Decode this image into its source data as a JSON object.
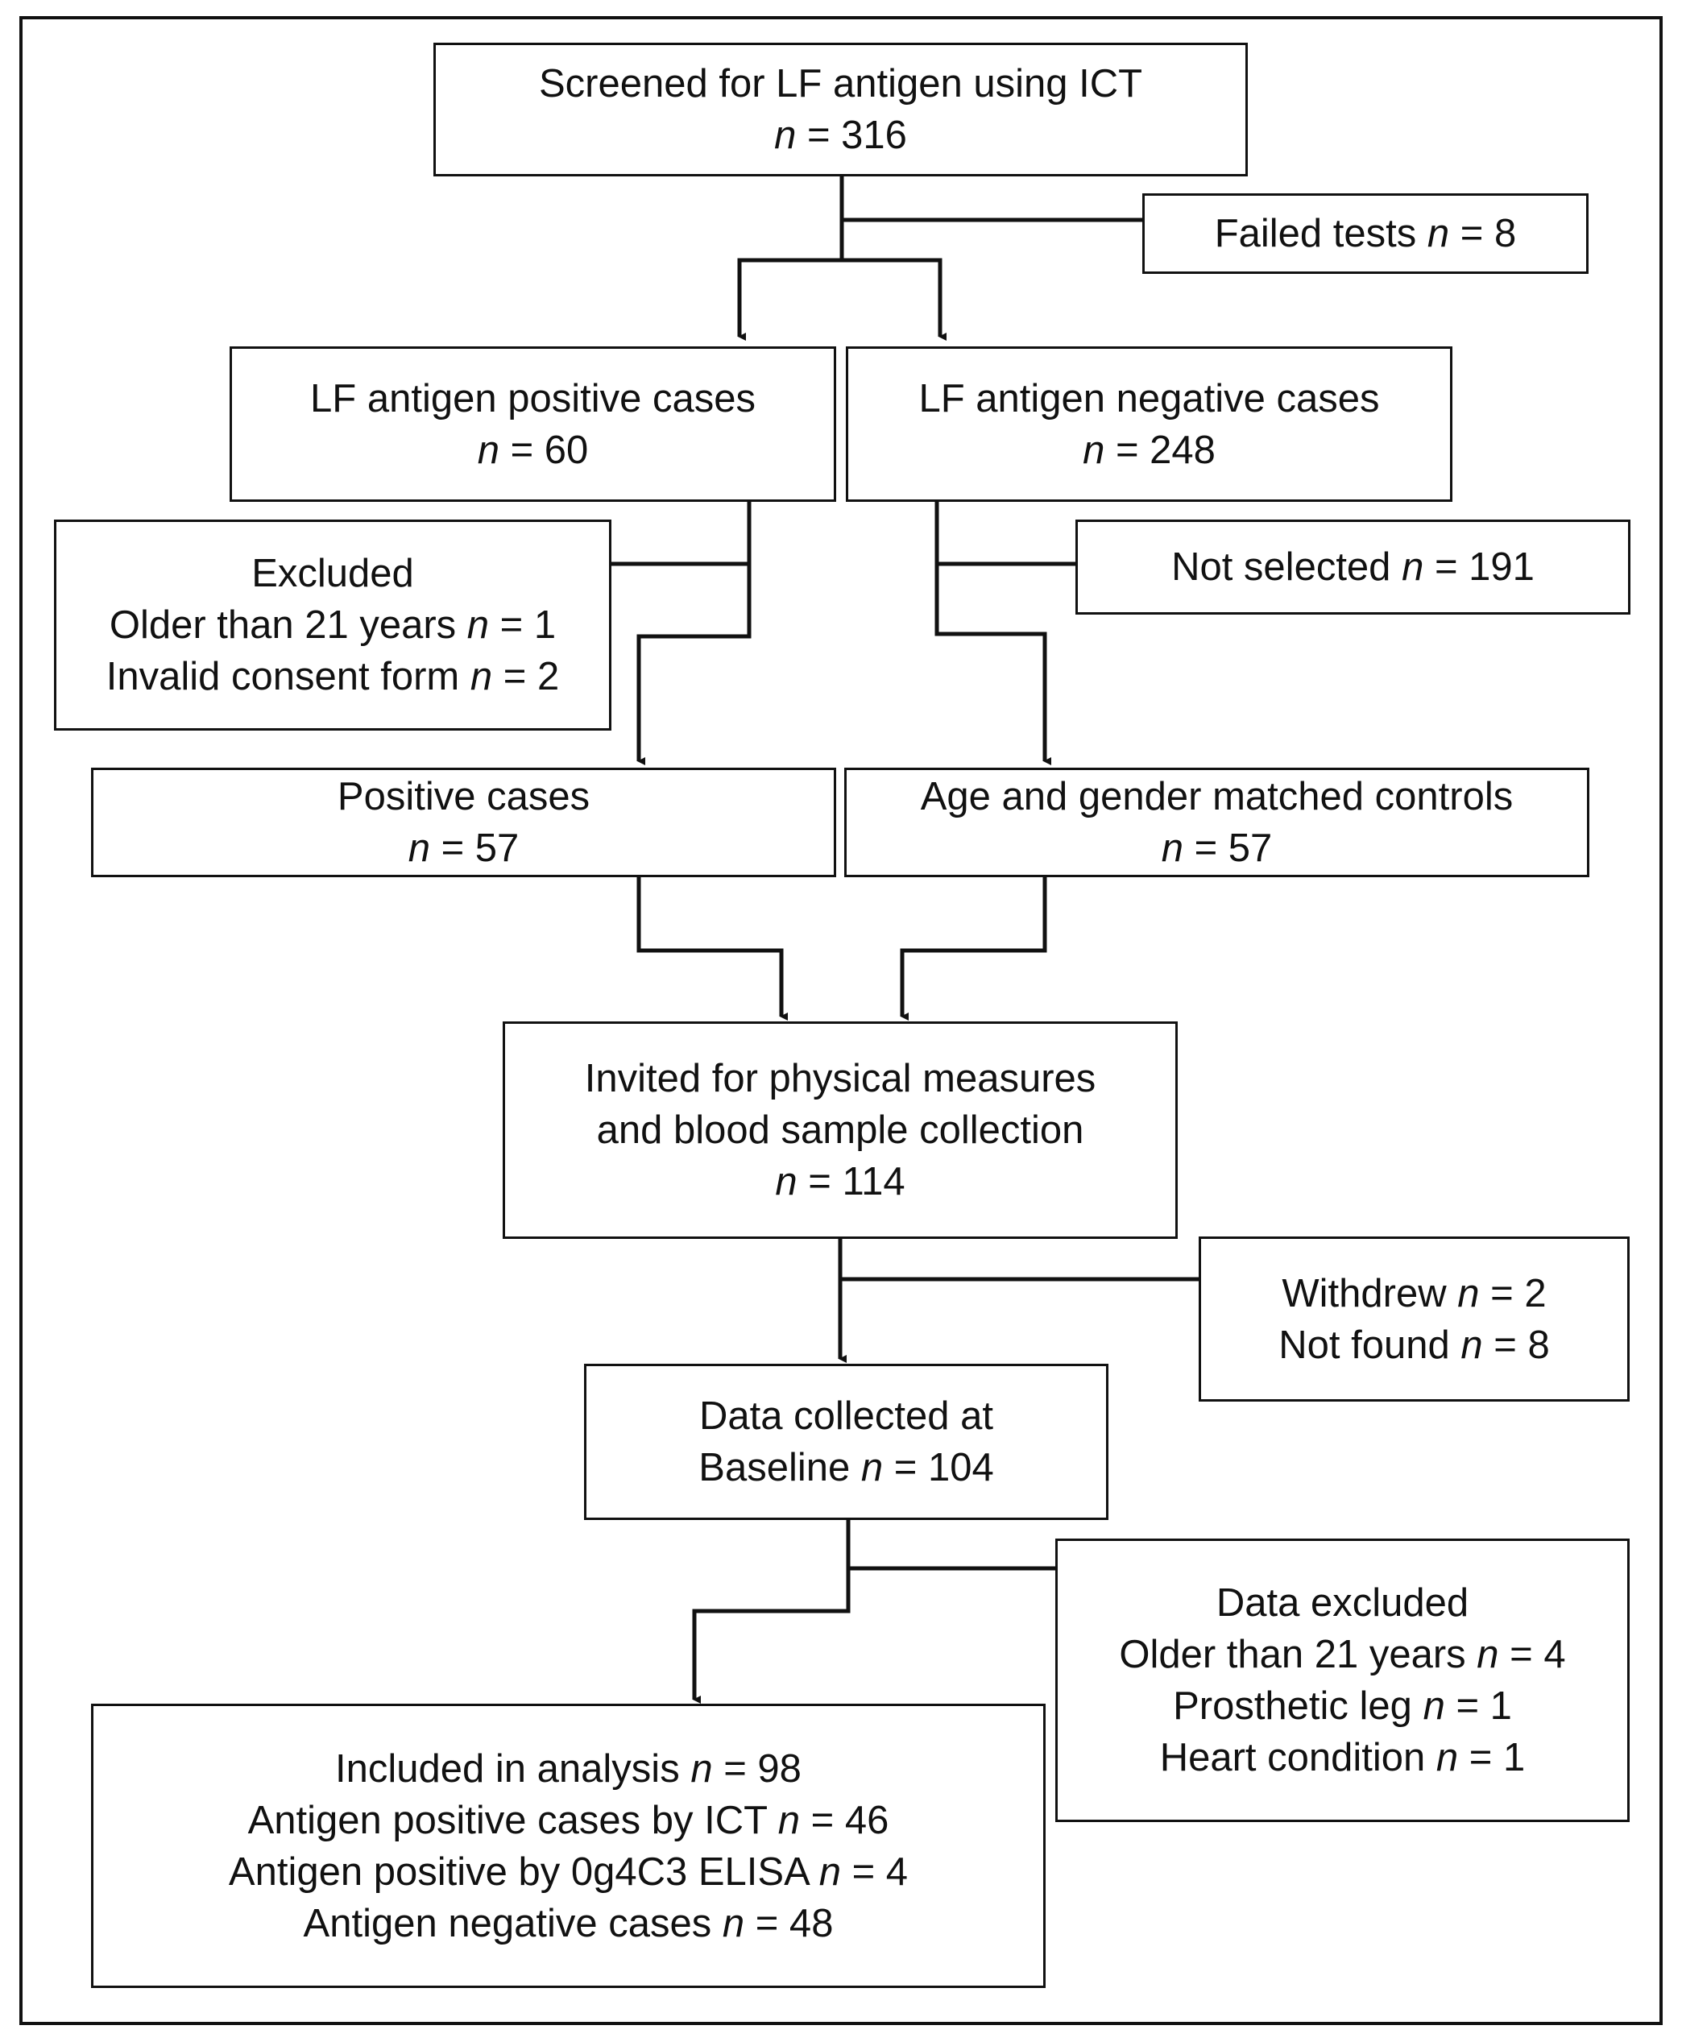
{
  "boxes": {
    "screened": [
      {
        "t": "Screened for LF antigen using ICT"
      },
      {
        "n": "n",
        "t": " = 316"
      }
    ],
    "failed": [
      {
        "t": "Failed tests ",
        "n": "n",
        "v": " = 8"
      }
    ],
    "positive": [
      {
        "t": "LF antigen positive cases"
      },
      {
        "n": "n",
        "t": " = 60"
      }
    ],
    "negative": [
      {
        "t": "LF antigen negative cases"
      },
      {
        "n": "n",
        "t": " = 248"
      }
    ],
    "excluded": [
      {
        "t": "Excluded"
      },
      {
        "t": "Older than 21 years ",
        "n": "n",
        "v": " = 1"
      },
      {
        "t": "Invalid consent form ",
        "n": "n",
        "v": " = 2"
      }
    ],
    "not_selected": [
      {
        "t": "Not selected ",
        "n": "n",
        "v": " = 191"
      }
    ],
    "pos_cases": [
      {
        "t": "Positive cases"
      },
      {
        "n": "n",
        "t": " = 57"
      }
    ],
    "controls": [
      {
        "t": "Age and gender matched controls"
      },
      {
        "n": "n",
        "t": " = 57"
      }
    ],
    "invited": [
      {
        "t": "Invited for physical measures"
      },
      {
        "t": "and blood sample collection"
      },
      {
        "n": "n",
        "t": " = 114"
      }
    ],
    "withdrew": [
      {
        "t": "Withdrew ",
        "n": "n",
        "v": " = 2"
      },
      {
        "t": "Not found ",
        "n": "n",
        "v": " = 8"
      }
    ],
    "baseline": [
      {
        "t": "Data collected at"
      },
      {
        "t": "Baseline ",
        "n": "n",
        "v": " = 104"
      }
    ],
    "data_excluded": [
      {
        "t": "Data excluded"
      },
      {
        "t": "Older than 21 years ",
        "n": "n",
        "v": " = 4"
      },
      {
        "t": "Prosthetic leg ",
        "n": "n",
        "v": " = 1"
      },
      {
        "t": "Heart condition ",
        "n": "n",
        "v": " = 1"
      }
    ],
    "included": [
      {
        "t": "Included in analysis ",
        "n": "n",
        "v": " = 98"
      },
      {
        "t": "Antigen positive cases by ICT ",
        "n": "n",
        "v": " = 46"
      },
      {
        "t": "Antigen positive by 0g4C3 ELISA ",
        "n": "n",
        "v": " = 4"
      },
      {
        "t": "Antigen negative cases ",
        "n": "n",
        "v": " = 48"
      }
    ]
  }
}
